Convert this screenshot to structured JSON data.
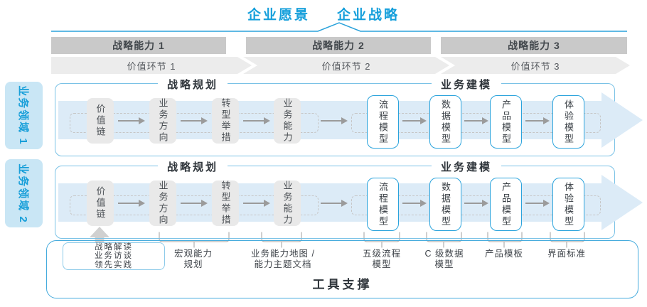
{
  "title": {
    "vision": "企业愿景",
    "strategy": "企业战略"
  },
  "capabilities": [
    "战略能力 1",
    "战略能力 2",
    "战略能力 3"
  ],
  "value_links": [
    "价值环节 1",
    "价值环节 2",
    "价值环节 3"
  ],
  "domains": [
    {
      "label": "业务领域 1"
    },
    {
      "label": "业务领域 2"
    }
  ],
  "sections": {
    "planning": "战略规划",
    "modeling": "业务建模"
  },
  "boxes": {
    "gray": [
      "价值链",
      "业务方向",
      "转型举措",
      "业务能力"
    ],
    "blue": [
      "流程模型",
      "数据模型",
      "产品模型",
      "体验模型"
    ]
  },
  "bottom": {
    "practice": "战略解读\n业务访谈\n领先实践",
    "labels": [
      "宏观能力\n规划",
      "业务能力地图 /\n能力主题文档",
      "五级流程\n模型",
      "C 级数据\n模型",
      "产品模板",
      "界面标准"
    ],
    "tool_support": "工具支撑"
  },
  "colors": {
    "accent_blue": "#159fdb",
    "box_border_blue": "#2aa3dc",
    "container_border_blue": "#7ac2e6",
    "domain_fill": "#c9e6f5",
    "band_arrow_fill": "#dcebf7",
    "capability_bar_gray": "#c9c9c9",
    "chevron_band_gray": "#ececec",
    "box_gray": "#e9e9e9"
  }
}
